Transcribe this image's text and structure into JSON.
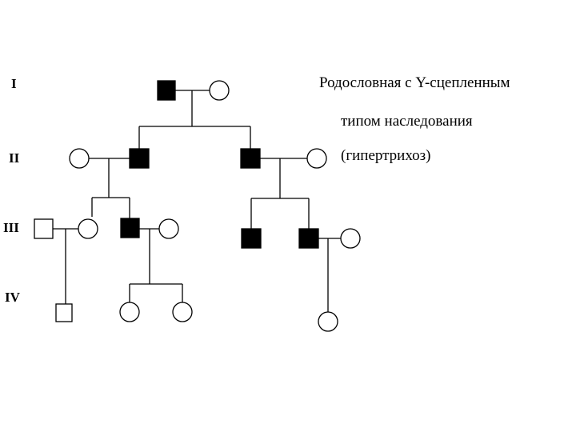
{
  "generations": [
    "I",
    "II",
    "III",
    "IV"
  ],
  "caption": {
    "line1": "Родословная с Y-сцепленным",
    "line2": "типом наследования",
    "line3": "(гипертрихоз)"
  },
  "colors": {
    "affected": "#000000",
    "unaffected": "#ffffff",
    "line": "#000000"
  }
}
